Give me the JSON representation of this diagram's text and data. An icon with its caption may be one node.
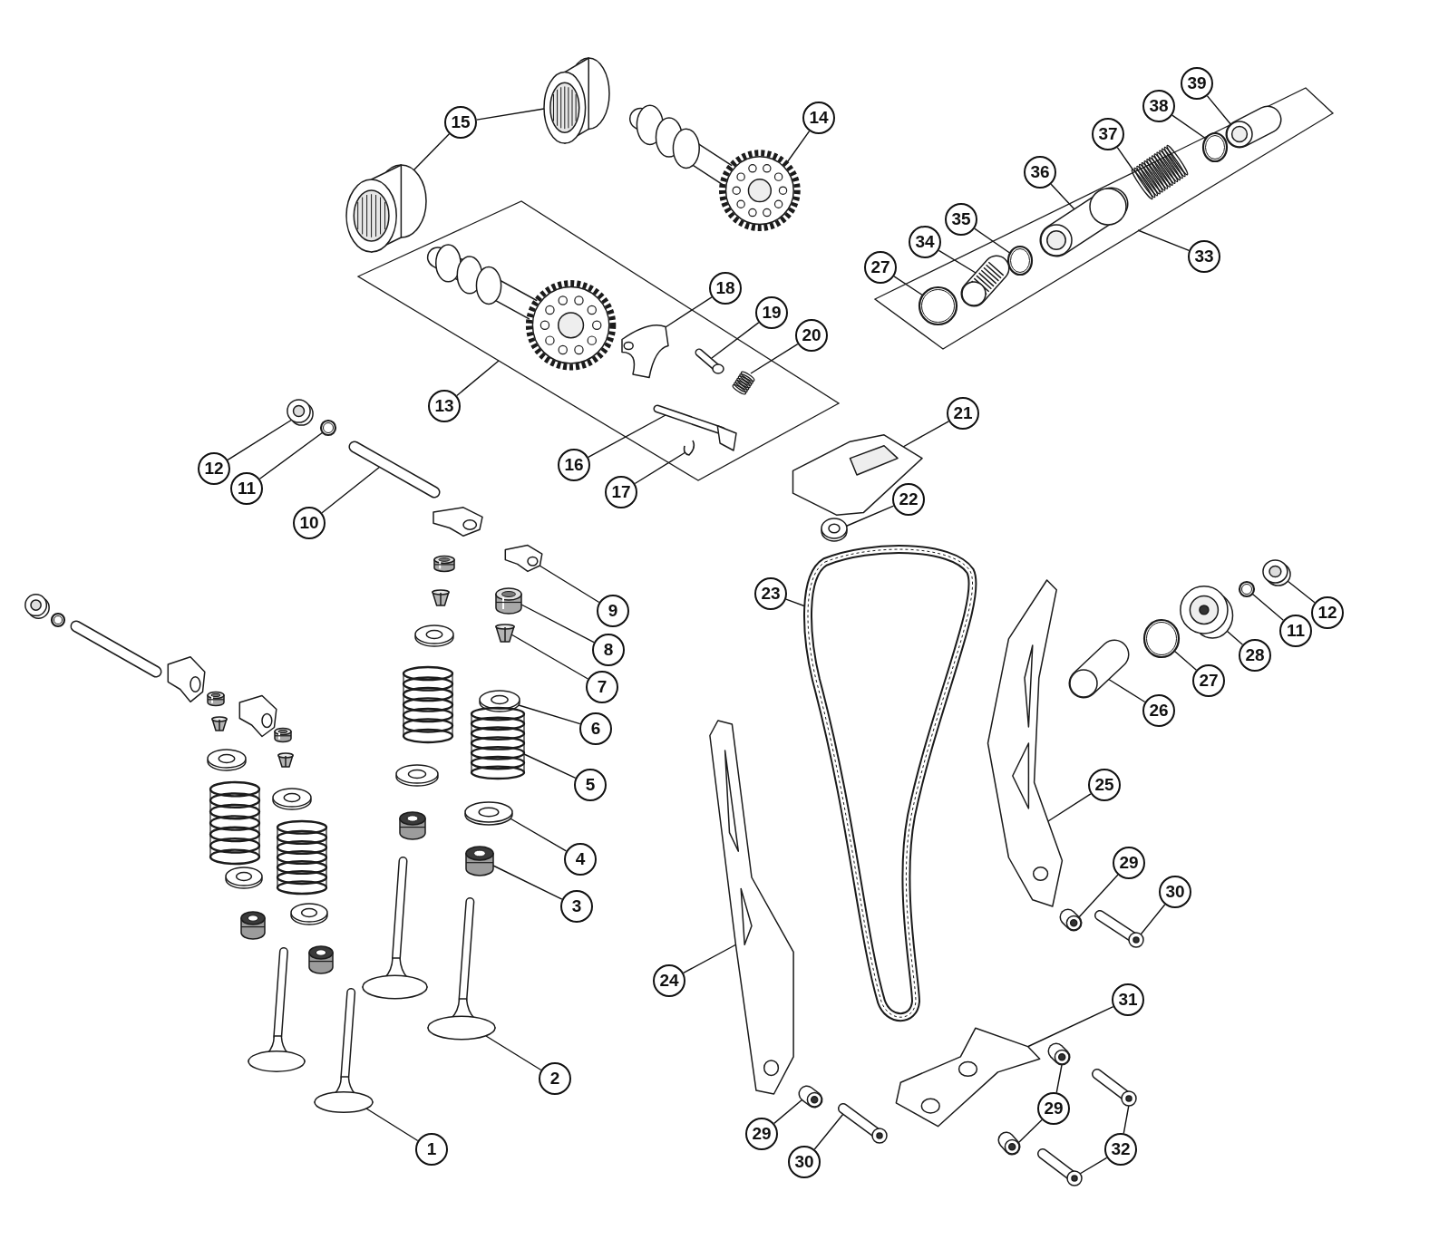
{
  "diagram": {
    "nodes": [
      {
        "text": [
          "15"
        ]
      },
      {
        "text": [],
        "shape": "picture"
      },
      {
        "text": [],
        "shape": "picture"
      },
      {
        "text": [
          "14"
        ]
      },
      {
        "text": [],
        "shape": "picture"
      },
      {
        "text": [
          "39"
        ]
      },
      {
        "text": [
          "38"
        ]
      },
      {
        "text": [
          "37"
        ]
      },
      {
        "text": [
          "36"
        ]
      },
      {
        "text": [
          "35"
        ]
      },
      {
        "text": [
          "34"
        ]
      },
      {
        "text": [
          "27"
        ]
      },
      {
        "text": [
          "33"
        ]
      },
      {
        "text": [],
        "shape": "box"
      },
      {
        "text": [],
        "shape": "picture",
        "in": 13
      },
      {
        "text": [],
        "shape": "picture",
        "in": 13
      },
      {
        "text": [],
        "shape": "picture",
        "in": 13
      },
      {
        "text": [],
        "shape": "picture",
        "in": 13
      },
      {
        "text": [],
        "shape": "picture",
        "in": 13
      },
      {
        "text": [],
        "shape": "picture",
        "in": 13
      },
      {
        "text": [],
        "shape": "picture",
        "in": 13
      },
      {
        "text": [
          "13"
        ]
      },
      {
        "text": [],
        "shape": "box"
      },
      {
        "text": [],
        "shape": "picture",
        "in": 22
      },
      {
        "text": [],
        "shape": "picture",
        "in": 22
      },
      {
        "text": [],
        "shape": "picture",
        "in": 22
      },
      {
        "text": [],
        "shape": "picture",
        "in": 22
      },
      {
        "text": [],
        "shape": "picture",
        "in": 22
      },
      {
        "text": [
          "18"
        ]
      },
      {
        "text": [
          "19"
        ]
      },
      {
        "text": [
          "20"
        ]
      },
      {
        "text": [
          "16"
        ]
      },
      {
        "text": [
          "17"
        ]
      },
      {
        "text": [
          "21"
        ]
      },
      {
        "text": [],
        "shape": "picture"
      },
      {
        "text": [
          "12"
        ]
      },
      {
        "text": [],
        "shape": "picture"
      },
      {
        "text": [
          "11"
        ]
      },
      {
        "text": [],
        "shape": "picture"
      },
      {
        "text": [
          "10"
        ]
      },
      {
        "text": [],
        "shape": "picture"
      },
      {
        "text": [
          "22"
        ]
      },
      {
        "text": [],
        "shape": "picture"
      },
      {
        "text": [
          "9"
        ]
      },
      {
        "text": [],
        "shape": "picture"
      },
      {
        "text": [
          "23"
        ]
      },
      {
        "text": [],
        "shape": "picture"
      },
      {
        "text": [
          "12"
        ]
      },
      {
        "text": [],
        "shape": "picture"
      },
      {
        "text": [
          "11"
        ]
      },
      {
        "text": [],
        "shape": "picture"
      },
      {
        "text": [
          "8"
        ]
      },
      {
        "text": [],
        "shape": "picture"
      },
      {
        "text": [
          "28"
        ]
      },
      {
        "text": [],
        "shape": "picture"
      },
      {
        "text": [
          "7"
        ]
      },
      {
        "text": [],
        "shape": "picture"
      },
      {
        "text": [
          "27"
        ]
      },
      {
        "text": [],
        "shape": "picture"
      },
      {
        "text": [
          "26"
        ]
      },
      {
        "text": [],
        "shape": "picture"
      },
      {
        "text": [
          "6"
        ]
      },
      {
        "text": [],
        "shape": "picture"
      },
      {
        "text": [
          "5"
        ]
      },
      {
        "text": [],
        "shape": "picture"
      },
      {
        "text": [
          "25"
        ]
      },
      {
        "text": [],
        "shape": "picture"
      },
      {
        "text": [
          "4"
        ]
      },
      {
        "text": [],
        "shape": "picture"
      },
      {
        "text": [
          "29"
        ]
      },
      {
        "text": [],
        "shape": "picture"
      },
      {
        "text": [
          "30"
        ]
      },
      {
        "text": [],
        "shape": "picture"
      },
      {
        "text": [
          "3"
        ]
      },
      {
        "text": [],
        "shape": "picture"
      },
      {
        "text": [
          "24"
        ]
      },
      {
        "text": [],
        "shape": "picture"
      },
      {
        "text": [
          "31"
        ]
      },
      {
        "text": [],
        "shape": "picture"
      },
      {
        "text": [
          "2"
        ]
      },
      {
        "text": [],
        "shape": "picture"
      },
      {
        "text": [
          "29"
        ]
      },
      {
        "text": [],
        "shape": "picture"
      },
      {
        "text": [],
        "shape": "picture"
      },
      {
        "text": [
          "29"
        ]
      },
      {
        "text": [],
        "shape": "picture"
      },
      {
        "text": [
          "32"
        ]
      },
      {
        "text": [],
        "shape": "picture"
      },
      {
        "text": [],
        "shape": "picture"
      },
      {
        "text": [
          "1"
        ]
      },
      {
        "text": [],
        "shape": "picture"
      },
      {
        "text": [
          "30"
        ]
      },
      {
        "text": [],
        "shape": "picture"
      }
    ],
    "edges": [
      {
        "from": 0,
        "to": 1,
        "arrow": "none"
      },
      {
        "from": 0,
        "to": 2,
        "arrow": "none"
      },
      {
        "from": 3,
        "to": 4,
        "arrow": "none"
      },
      {
        "from": 5,
        "to": 14,
        "arrow": "none"
      },
      {
        "from": 6,
        "to": 15,
        "arrow": "none"
      },
      {
        "from": 7,
        "to": 16,
        "arrow": "none"
      },
      {
        "from": 8,
        "to": 17,
        "arrow": "none"
      },
      {
        "from": 9,
        "to": 18,
        "arrow": "none"
      },
      {
        "from": 10,
        "to": 19,
        "arrow": "none"
      },
      {
        "from": 11,
        "to": 20,
        "arrow": "none"
      },
      {
        "from": 12,
        "to": 13,
        "arrow": "none"
      },
      {
        "from": 21,
        "to": 22,
        "arrow": "none"
      },
      {
        "from": 28,
        "to": 23,
        "arrow": "none"
      },
      {
        "from": 29,
        "to": 24,
        "arrow": "none"
      },
      {
        "from": 30,
        "to": 25,
        "arrow": "none"
      },
      {
        "from": 31,
        "to": 26,
        "arrow": "none"
      },
      {
        "from": 32,
        "to": 27,
        "arrow": "none"
      },
      {
        "from": 33,
        "to": 34,
        "arrow": "none"
      },
      {
        "from": 35,
        "to": 36,
        "arrow": "none"
      },
      {
        "from": 37,
        "to": 38,
        "arrow": "none"
      },
      {
        "from": 39,
        "to": 40,
        "arrow": "none"
      },
      {
        "from": 41,
        "to": 42,
        "arrow": "none"
      },
      {
        "from": 43,
        "to": 44,
        "arrow": "none"
      },
      {
        "from": 45,
        "to": 46,
        "arrow": "none"
      },
      {
        "from": 47,
        "to": 48,
        "arrow": "none"
      },
      {
        "from": 49,
        "to": 50,
        "arrow": "none"
      },
      {
        "from": 51,
        "to": 52,
        "arrow": "none"
      },
      {
        "from": 53,
        "to": 54,
        "arrow": "none"
      },
      {
        "from": 55,
        "to": 56,
        "arrow": "none"
      },
      {
        "from": 57,
        "to": 58,
        "arrow": "none"
      },
      {
        "from": 59,
        "to": 60,
        "arrow": "none"
      },
      {
        "from": 61,
        "to": 62,
        "arrow": "none"
      },
      {
        "from": 63,
        "to": 64,
        "arrow": "none"
      },
      {
        "from": 65,
        "to": 66,
        "arrow": "none"
      },
      {
        "from": 67,
        "to": 68,
        "arrow": "none"
      },
      {
        "from": 69,
        "to": 70,
        "arrow": "none"
      },
      {
        "from": 71,
        "to": 72,
        "arrow": "none"
      },
      {
        "from": 73,
        "to": 74,
        "arrow": "none"
      },
      {
        "from": 75,
        "to": 76,
        "arrow": "none"
      },
      {
        "from": 77,
        "to": 78,
        "arrow": "none"
      },
      {
        "from": 79,
        "to": 80,
        "arrow": "none"
      },
      {
        "from": 81,
        "to": 82,
        "arrow": "none"
      },
      {
        "from": 81,
        "to": 83,
        "arrow": "none"
      },
      {
        "from": 84,
        "to": 85,
        "arrow": "none"
      },
      {
        "from": 86,
        "to": 87,
        "arrow": "none"
      },
      {
        "from": 86,
        "to": 88,
        "arrow": "none"
      },
      {
        "from": 89,
        "to": 90,
        "arrow": "none"
      },
      {
        "from": 91,
        "to": 92,
        "arrow": "none"
      }
    ]
  }
}
